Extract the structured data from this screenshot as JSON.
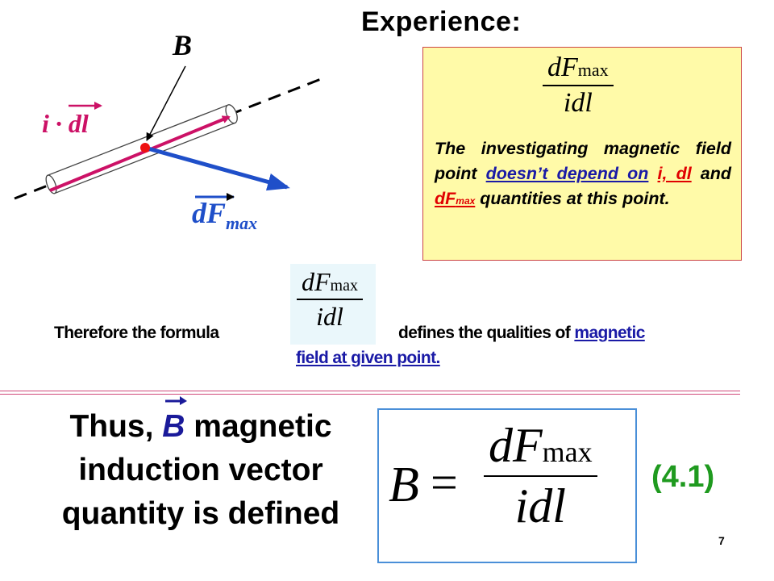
{
  "slide": {
    "title": "Experience:",
    "page_number": "7"
  },
  "diagram": {
    "b_label": "B",
    "current_label": "i · dl",
    "force_label": "dF",
    "force_sub": "max"
  },
  "experience_box": {
    "fraction": {
      "numerator": "dF",
      "numerator_sub": "max",
      "denominator": "idl"
    },
    "text": {
      "part1": "The investigating magnetic field point ",
      "link1": "doesn’t depend on",
      "space": " ",
      "red1": "i, dl",
      "and": "  and  ",
      "red2": "dF",
      "red2_sub": "max",
      "part2": " quantities at this point."
    }
  },
  "middle": {
    "fraction": {
      "numerator": "dF",
      "numerator_sub": "max",
      "denominator": "idl"
    },
    "therefore": "Therefore the formula",
    "defines": "defines the qualities of ",
    "link_part1": "magnetic",
    "link_part2": "field at given point."
  },
  "thus": {
    "line1_pre": "Thus, ",
    "vector": "B",
    "line1_post": " magnetic",
    "line2": "induction vector",
    "line3": "quantity is defined"
  },
  "formula": {
    "lhs": "B",
    "equals": "=",
    "numerator": "dF",
    "numerator_sub": "max",
    "denominator": "idl",
    "equation_number": "(4.1)"
  },
  "colors": {
    "pink": "#cc1166",
    "blue": "#1f4fc9",
    "red": "#e00000",
    "green": "#1f9a1f",
    "yellow": "#fffaa8"
  }
}
